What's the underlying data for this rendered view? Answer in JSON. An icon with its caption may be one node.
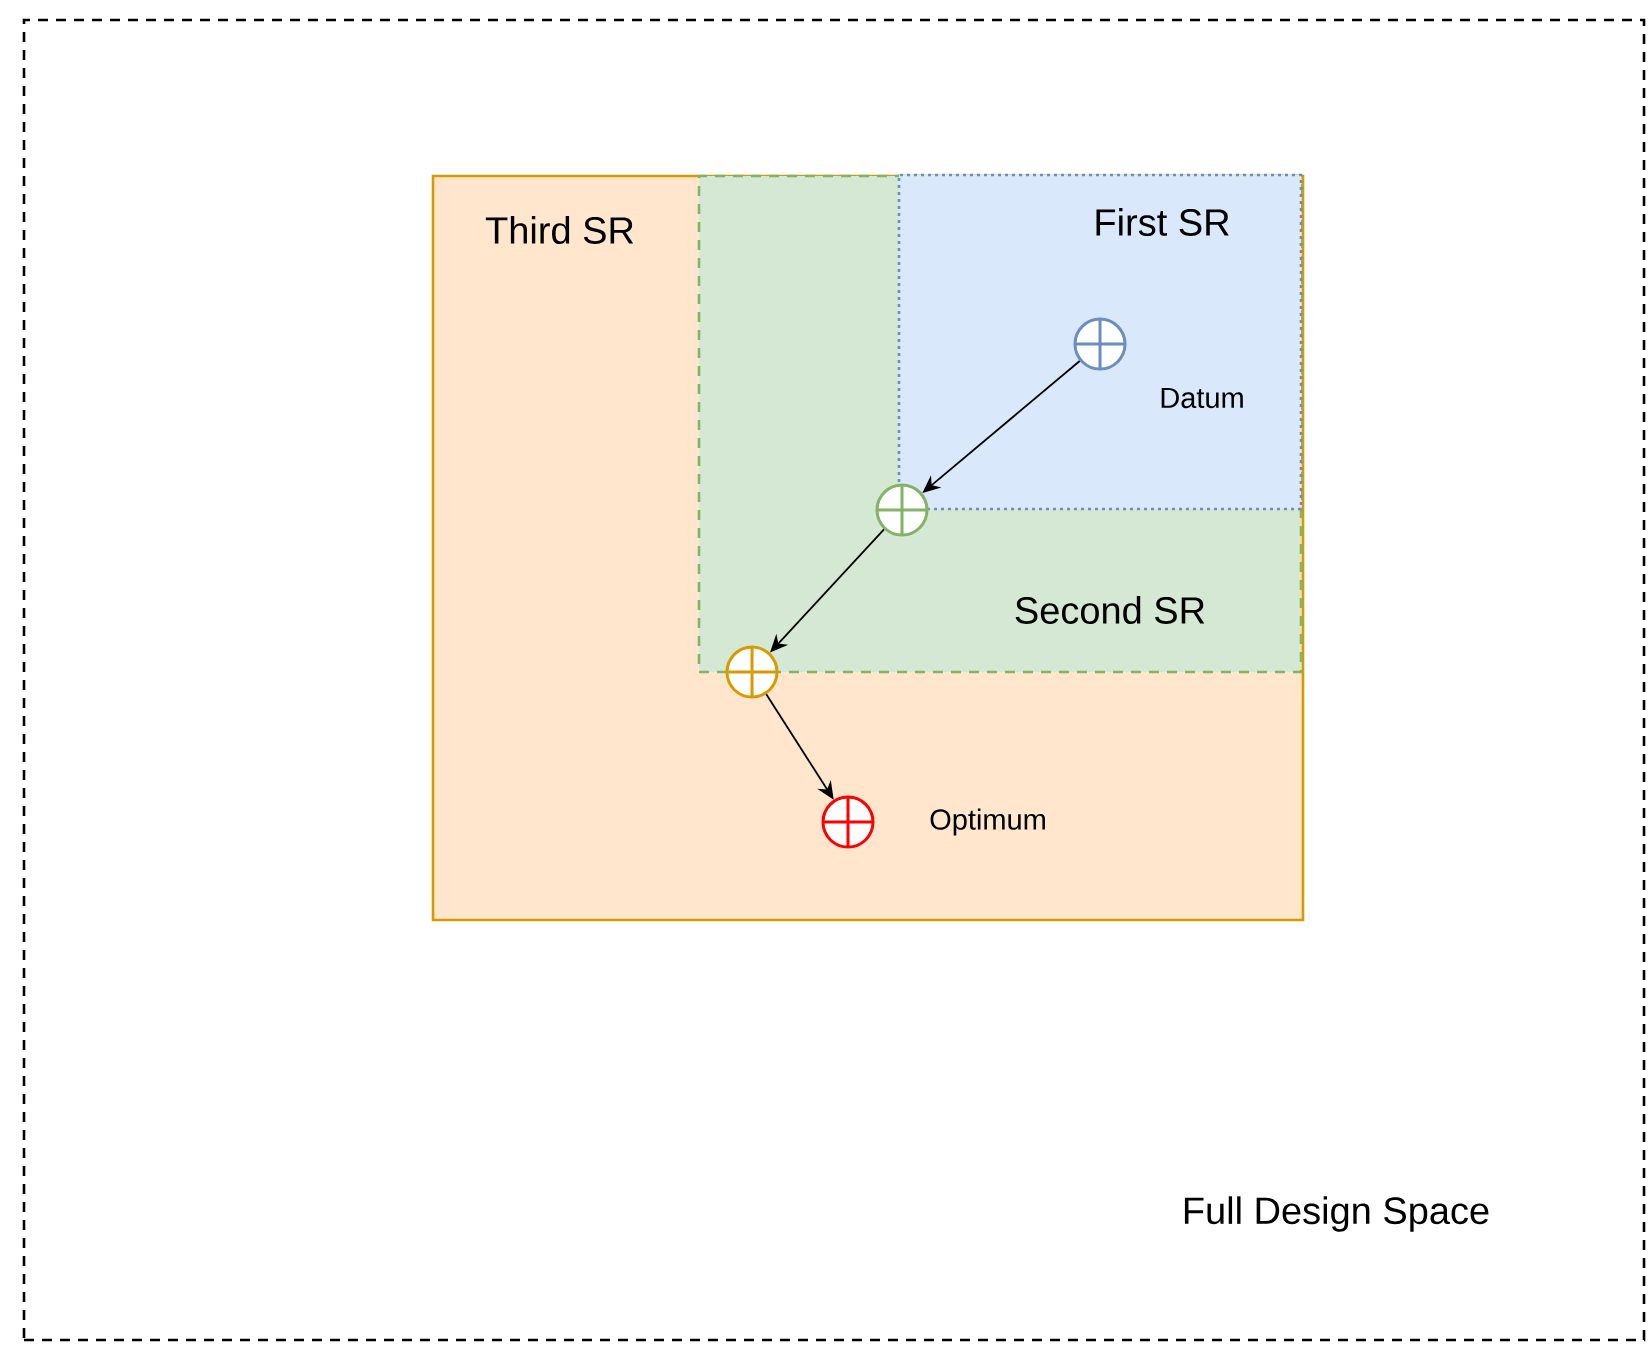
{
  "diagram": {
    "nodes": [
      {
        "text": [
          "Full Design Space"
        ]
      },
      {
        "text": [
          "Third SR"
        ],
        "in": 0
      },
      {
        "text": [
          "Second SR"
        ],
        "in": 1
      },
      {
        "text": [
          "First SR"
        ],
        "in": 2
      },
      {
        "text": [],
        "shape": "circle",
        "in": 3,
        "beside": [
          "Datum"
        ]
      },
      {
        "text": [],
        "shape": "circle",
        "in": 2
      },
      {
        "text": [],
        "shape": "circle",
        "in": 1
      },
      {
        "text": [],
        "shape": "circle",
        "in": 1,
        "beside": [
          "Optimum"
        ]
      }
    ],
    "edges": [
      {
        "from": 4,
        "to": 5,
        "arrow": "to"
      },
      {
        "from": 5,
        "to": 6,
        "arrow": "to"
      },
      {
        "from": 6,
        "to": 7,
        "arrow": "to"
      }
    ]
  }
}
